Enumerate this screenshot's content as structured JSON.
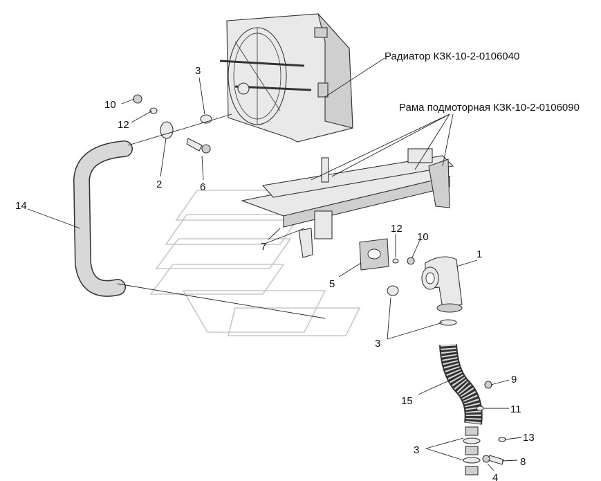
{
  "captions": {
    "radiator": "Радиатор КЗК-10-2-0106040",
    "frame": "Рама подмоторная КЗК-10-2-0106090"
  },
  "callouts": {
    "n1": "1",
    "n2": "2",
    "n3_top": "3",
    "n3_mid": "3",
    "n3_bot": "3",
    "n4": "4",
    "n5": "5",
    "n6": "6",
    "n7": "7",
    "n8": "8",
    "n9": "9",
    "n10_top": "10",
    "n10_mid": "10",
    "n11": "11",
    "n12_top": "12",
    "n12_mid": "12",
    "n13": "13",
    "n14": "14",
    "n15": "15"
  }
}
